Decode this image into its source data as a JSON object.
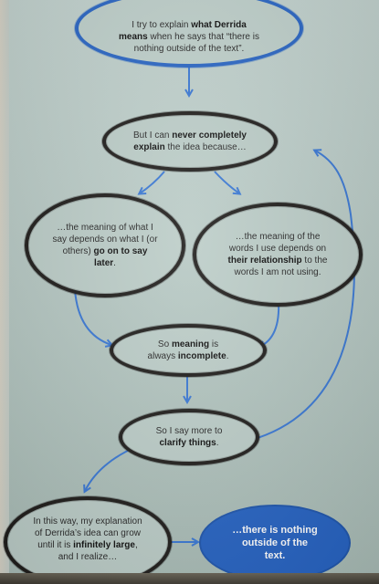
{
  "colors": {
    "arrow_blue": "#3a78d4",
    "outline_dark": "#1f1d1b",
    "fill_blue": "#2663c3",
    "background": "#b8c9c4"
  },
  "nodes": {
    "start": {
      "t1": "I try to explain ",
      "t2": "what Derrida",
      "t3": "means",
      "t4": " when he says that “there is nothing outside of the text”."
    },
    "cannot_explain": {
      "t1": "But I can ",
      "t2": "never completely",
      "t3": "explain",
      "t4": " the idea because…"
    },
    "later_words": {
      "t1": "…the meaning of what I say depends on what I (or others) ",
      "t2": "go on to say later",
      "t3": "."
    },
    "relationship": {
      "t1": "…the meaning of the words I use depends on ",
      "t2": "their relationship",
      "t3": " to the words I am not using."
    },
    "incomplete": {
      "t1": "So ",
      "t2": "meaning",
      "t3": " is always ",
      "t4": "incomplete",
      "t5": "."
    },
    "clarify": {
      "t1": "So I say more to ",
      "t2": "clarify things",
      "t3": "."
    },
    "infinite": {
      "t1": "In this way, my explanation of Derrida’s idea can grow until it is ",
      "t2": "infinitely large",
      "t3": ", and I realize…"
    },
    "conclusion": {
      "t1": "…there is nothing outside of the text."
    }
  }
}
